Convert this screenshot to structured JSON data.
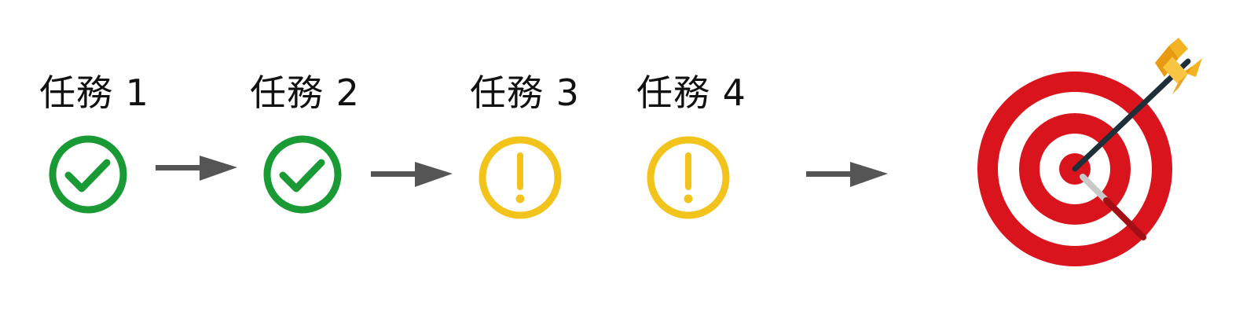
{
  "tasks": [
    {
      "label": "任務 1",
      "status": "done",
      "icon": "check-circle-icon"
    },
    {
      "label": "任務 2",
      "status": "done",
      "icon": "check-circle-icon"
    },
    {
      "label": "任務 3",
      "status": "warning",
      "icon": "exclamation-circle-icon"
    },
    {
      "label": "任務 4",
      "status": "warning",
      "icon": "exclamation-circle-icon"
    }
  ],
  "goal": {
    "icon": "target-with-arrow-icon"
  },
  "colors": {
    "done": "#1a9a35",
    "warning": "#f2c31b",
    "arrow": "#555555",
    "target_red": "#d9141c",
    "arrow_shaft": "#1f2f3a",
    "fletching": "#f4b323"
  }
}
